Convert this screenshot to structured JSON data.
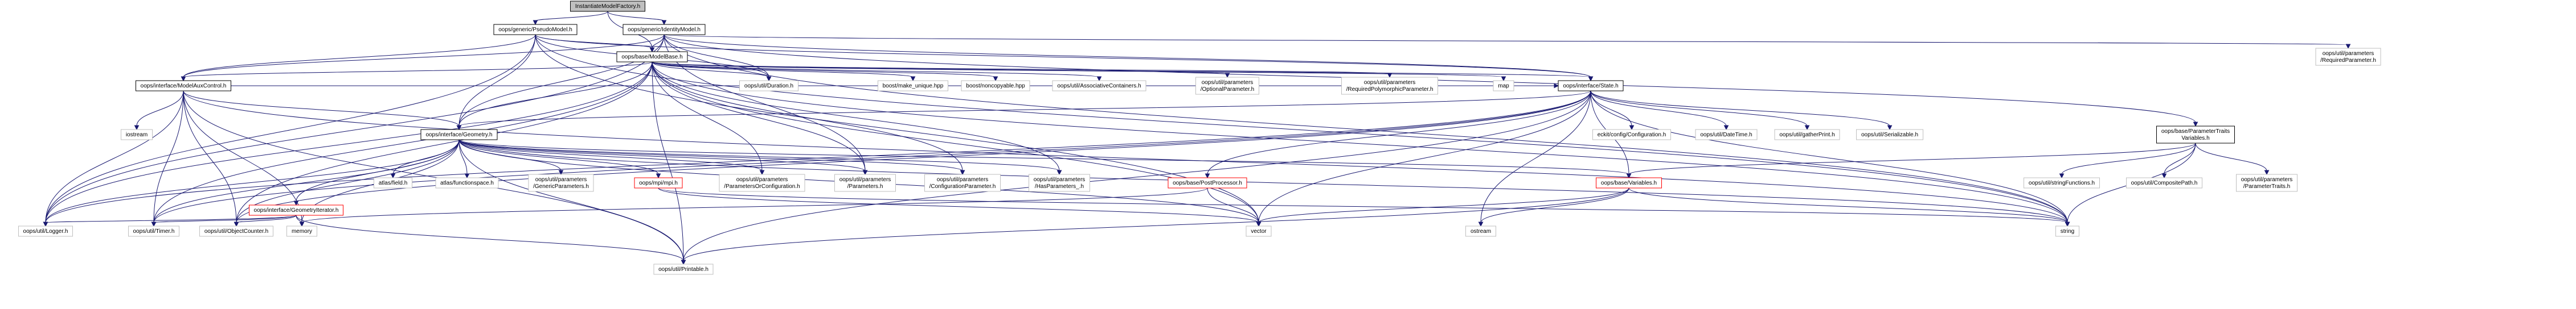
{
  "nodes": [
    {
      "id": "n0",
      "label": [
        "InstantiateModelFactory.h"
      ],
      "style": "hl"
    },
    {
      "id": "n1",
      "label": [
        "oops/generic/PseudoModel.h"
      ],
      "style": "blk"
    },
    {
      "id": "n2",
      "label": [
        "oops/generic/IdentityModel.h"
      ],
      "style": "blk"
    },
    {
      "id": "n3",
      "label": [
        "oops/base/ModelBase.h"
      ],
      "style": "blk"
    },
    {
      "id": "n4",
      "label": [
        "oops/util/parameters",
        "/RequiredParameter.h"
      ],
      "style": "plain"
    },
    {
      "id": "n5",
      "label": [
        "oops/interface/ModelAuxControl.h"
      ],
      "style": "blk"
    },
    {
      "id": "n6",
      "label": [
        "oops/util/Duration.h"
      ],
      "style": "plain"
    },
    {
      "id": "n7",
      "label": [
        "boost/make_unique.hpp"
      ],
      "style": "plain"
    },
    {
      "id": "n8",
      "label": [
        "boost/noncopyable.hpp"
      ],
      "style": "plain"
    },
    {
      "id": "n9",
      "label": [
        "oops/util/AssociativeContainers.h"
      ],
      "style": "plain"
    },
    {
      "id": "n10",
      "label": [
        "oops/util/parameters",
        "/OptionalParameter.h"
      ],
      "style": "plain"
    },
    {
      "id": "n11",
      "label": [
        "oops/util/parameters",
        "/RequiredPolymorphicParameter.h"
      ],
      "style": "plain"
    },
    {
      "id": "n12",
      "label": [
        "map"
      ],
      "style": "plain"
    },
    {
      "id": "n13",
      "label": [
        "oops/interface/State.h"
      ],
      "style": "blk"
    },
    {
      "id": "n14",
      "label": [
        "oops/base/ParameterTraits",
        "Variables.h"
      ],
      "style": "blk"
    },
    {
      "id": "n15",
      "label": [
        "iostream"
      ],
      "style": "plain"
    },
    {
      "id": "n16",
      "label": [
        "oops/interface/Geometry.h"
      ],
      "style": "blk"
    },
    {
      "id": "n17",
      "label": [
        "eckit/config/Configuration.h"
      ],
      "style": "plain"
    },
    {
      "id": "n18",
      "label": [
        "oops/util/DateTime.h"
      ],
      "style": "plain"
    },
    {
      "id": "n19",
      "label": [
        "oops/util/gatherPrint.h"
      ],
      "style": "plain"
    },
    {
      "id": "n20",
      "label": [
        "oops/util/Serializable.h"
      ],
      "style": "plain"
    },
    {
      "id": "n21",
      "label": [
        "atlas/field.h"
      ],
      "style": "plain"
    },
    {
      "id": "n22",
      "label": [
        "atlas/functionspace.h"
      ],
      "style": "plain"
    },
    {
      "id": "n23",
      "label": [
        "oops/util/parameters",
        "/GenericParameters.h"
      ],
      "style": "plain"
    },
    {
      "id": "n24",
      "label": [
        "oops/mpi/mpi.h"
      ],
      "style": "red"
    },
    {
      "id": "n25",
      "label": [
        "oops/util/parameters",
        "/ParametersOrConfiguration.h"
      ],
      "style": "plain"
    },
    {
      "id": "n26",
      "label": [
        "oops/util/parameters",
        "/Parameters.h"
      ],
      "style": "plain"
    },
    {
      "id": "n27",
      "label": [
        "oops/util/parameters",
        "/ConfigurationParameter.h"
      ],
      "style": "plain"
    },
    {
      "id": "n28",
      "label": [
        "oops/util/parameters",
        "/HasParameters_.h"
      ],
      "style": "plain"
    },
    {
      "id": "n29",
      "label": [
        "oops/base/PostProcessor.h"
      ],
      "style": "red"
    },
    {
      "id": "n30",
      "label": [
        "oops/base/Variables.h"
      ],
      "style": "red"
    },
    {
      "id": "n31",
      "label": [
        "oops/util/stringFunctions.h"
      ],
      "style": "plain"
    },
    {
      "id": "n32",
      "label": [
        "oops/util/CompositePath.h"
      ],
      "style": "plain"
    },
    {
      "id": "n33",
      "label": [
        "oops/util/parameters",
        "/ParameterTraits.h"
      ],
      "style": "plain"
    },
    {
      "id": "n34",
      "label": [
        "oops/interface/GeometryIterator.h"
      ],
      "style": "red"
    },
    {
      "id": "n35",
      "label": [
        "oops/util/Logger.h"
      ],
      "style": "plain"
    },
    {
      "id": "n36",
      "label": [
        "oops/util/Timer.h"
      ],
      "style": "plain"
    },
    {
      "id": "n37",
      "label": [
        "oops/util/ObjectCounter.h"
      ],
      "style": "plain"
    },
    {
      "id": "n38",
      "label": [
        "memory"
      ],
      "style": "plain"
    },
    {
      "id": "n39",
      "label": [
        "oops/util/Printable.h"
      ],
      "style": "plain"
    },
    {
      "id": "n40",
      "label": [
        "vector"
      ],
      "style": "plain"
    },
    {
      "id": "n41",
      "label": [
        "ostream"
      ],
      "style": "plain"
    },
    {
      "id": "n42",
      "label": [
        "string"
      ],
      "style": "plain"
    }
  ],
  "edges": [
    [
      "n0",
      "n1"
    ],
    [
      "n0",
      "n2"
    ],
    [
      "n0",
      "n3"
    ],
    [
      "n1",
      "n3"
    ],
    [
      "n1",
      "n5"
    ],
    [
      "n1",
      "n6"
    ],
    [
      "n1",
      "n13"
    ],
    [
      "n1",
      "n16"
    ],
    [
      "n1",
      "n35"
    ],
    [
      "n1",
      "n40"
    ],
    [
      "n1",
      "n42"
    ],
    [
      "n2",
      "n3"
    ],
    [
      "n2",
      "n4"
    ],
    [
      "n2",
      "n5"
    ],
    [
      "n2",
      "n6"
    ],
    [
      "n2",
      "n13"
    ],
    [
      "n2",
      "n14"
    ],
    [
      "n2",
      "n16"
    ],
    [
      "n2",
      "n26"
    ],
    [
      "n2",
      "n35"
    ],
    [
      "n2",
      "n42"
    ],
    [
      "n3",
      "n5"
    ],
    [
      "n3",
      "n6"
    ],
    [
      "n3",
      "n7"
    ],
    [
      "n3",
      "n8"
    ],
    [
      "n3",
      "n9"
    ],
    [
      "n3",
      "n10"
    ],
    [
      "n3",
      "n11"
    ],
    [
      "n3",
      "n12"
    ],
    [
      "n3",
      "n13"
    ],
    [
      "n3",
      "n16"
    ],
    [
      "n3",
      "n25"
    ],
    [
      "n3",
      "n26"
    ],
    [
      "n3",
      "n27"
    ],
    [
      "n3",
      "n28"
    ],
    [
      "n3",
      "n35"
    ],
    [
      "n3",
      "n36"
    ],
    [
      "n3",
      "n37"
    ],
    [
      "n3",
      "n39"
    ],
    [
      "n3",
      "n40"
    ],
    [
      "n3",
      "n42"
    ],
    [
      "n5",
      "n15"
    ],
    [
      "n5",
      "n16"
    ],
    [
      "n5",
      "n13"
    ],
    [
      "n5",
      "n35"
    ],
    [
      "n5",
      "n36"
    ],
    [
      "n5",
      "n37"
    ],
    [
      "n5",
      "n38"
    ],
    [
      "n5",
      "n39"
    ],
    [
      "n5",
      "n42"
    ],
    [
      "n13",
      "n16"
    ],
    [
      "n13",
      "n17"
    ],
    [
      "n13",
      "n18"
    ],
    [
      "n13",
      "n19"
    ],
    [
      "n13",
      "n20"
    ],
    [
      "n13",
      "n29"
    ],
    [
      "n13",
      "n30"
    ],
    [
      "n13",
      "n35"
    ],
    [
      "n13",
      "n36"
    ],
    [
      "n13",
      "n37"
    ],
    [
      "n13",
      "n39"
    ],
    [
      "n13",
      "n40"
    ],
    [
      "n13",
      "n41"
    ],
    [
      "n13",
      "n42"
    ],
    [
      "n14",
      "n30"
    ],
    [
      "n14",
      "n31"
    ],
    [
      "n14",
      "n32"
    ],
    [
      "n14",
      "n33"
    ],
    [
      "n14",
      "n42"
    ],
    [
      "n16",
      "n21"
    ],
    [
      "n16",
      "n22"
    ],
    [
      "n16",
      "n23"
    ],
    [
      "n16",
      "n24"
    ],
    [
      "n16",
      "n25"
    ],
    [
      "n16",
      "n26"
    ],
    [
      "n16",
      "n27"
    ],
    [
      "n16",
      "n28"
    ],
    [
      "n16",
      "n30"
    ],
    [
      "n16",
      "n34"
    ],
    [
      "n16",
      "n35"
    ],
    [
      "n16",
      "n36"
    ],
    [
      "n16",
      "n37"
    ],
    [
      "n16",
      "n38"
    ],
    [
      "n16",
      "n39"
    ],
    [
      "n16",
      "n40"
    ],
    [
      "n16",
      "n42"
    ],
    [
      "n29",
      "n38"
    ],
    [
      "n29",
      "n40"
    ],
    [
      "n30",
      "n39"
    ],
    [
      "n30",
      "n40"
    ],
    [
      "n30",
      "n41"
    ],
    [
      "n30",
      "n42"
    ],
    [
      "n34",
      "n35"
    ],
    [
      "n34",
      "n36"
    ],
    [
      "n34",
      "n37"
    ],
    [
      "n34",
      "n38"
    ],
    [
      "n34",
      "n39"
    ],
    [
      "n24",
      "n40"
    ],
    [
      "n24",
      "n42"
    ]
  ]
}
